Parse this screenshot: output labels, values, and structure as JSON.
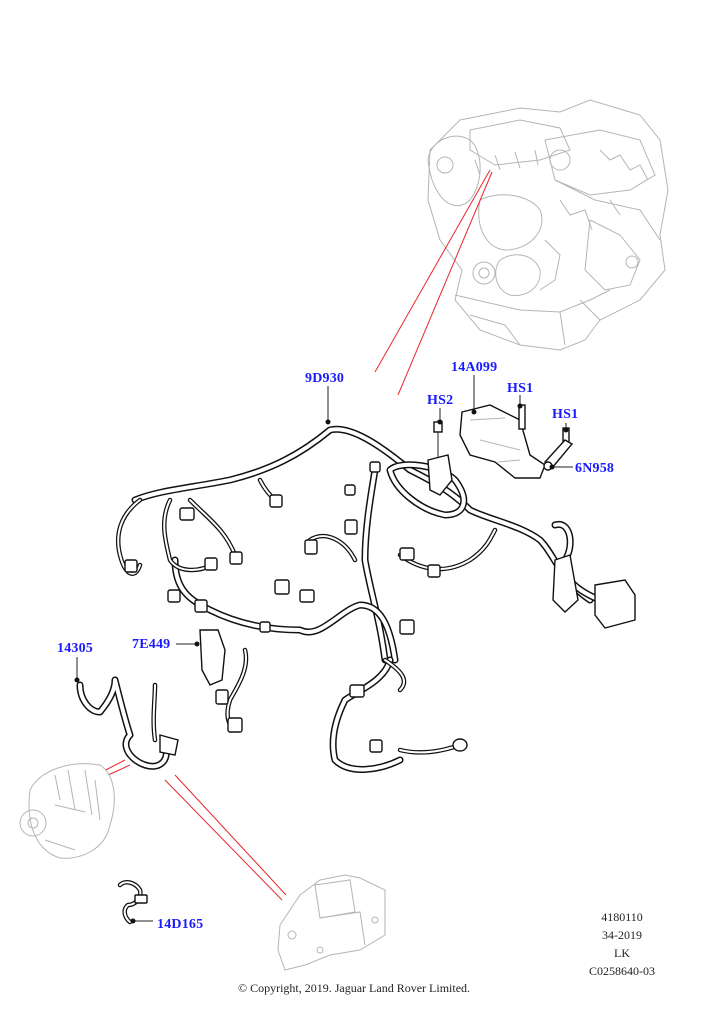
{
  "diagram": {
    "title": "Engine wiring harness",
    "callouts": [
      {
        "id": "9d930",
        "label": "9D930"
      },
      {
        "id": "14a099",
        "label": "14A099"
      },
      {
        "id": "hs2",
        "label": "HS2"
      },
      {
        "id": "hs1-a",
        "label": "HS1"
      },
      {
        "id": "hs1-b",
        "label": "HS1"
      },
      {
        "id": "6n958",
        "label": "6N958"
      },
      {
        "id": "7e449",
        "label": "7E449"
      },
      {
        "id": "14305",
        "label": "14305"
      },
      {
        "id": "14d165",
        "label": "14D165"
      }
    ],
    "ghost_components": [
      "engine-block",
      "alternator",
      "starter-motor"
    ],
    "colors": {
      "callout_text": "#1a1aff",
      "reference_line": "#e8262b",
      "harness_stroke": "#111111",
      "ghost_stroke": "#b5b5b5"
    }
  },
  "meta": {
    "lines": [
      "4180110",
      "34-2019",
      "LK",
      "C0258640-03"
    ]
  },
  "footer": {
    "copyright": "© Copyright, 2019. Jaguar Land Rover Limited."
  }
}
